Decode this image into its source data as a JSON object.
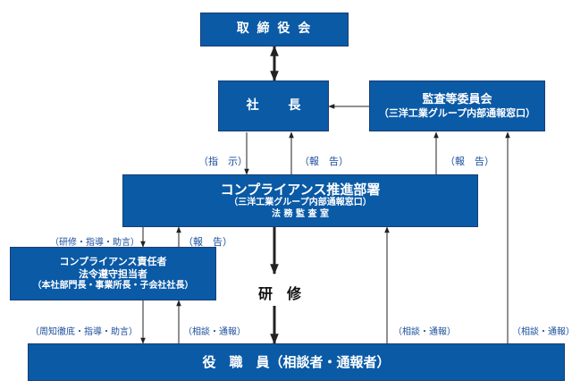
{
  "boxes": {
    "board": "取 締 役 会",
    "president": "社　　 長",
    "audit_line1": "監査等委員会",
    "audit_line2": "（三洋工業グループ内部通報窓口）",
    "compliance_line1": "コンプライアンス推進部署",
    "compliance_line2": "（三洋工業グループ内部通報窓口）",
    "compliance_line3": "法 務 監 査 室",
    "responsible_line1": "コンプライアンス責任者",
    "responsible_line2": "法令遵守担当者",
    "responsible_line3": "（本社部門長・事業所長・子会社社長）",
    "staff": "役　職　員（相談者・通報者）"
  },
  "labels": {
    "instruct": "（指　示）",
    "report_president": "（報　告）",
    "report_audit": "（報　告）",
    "training_guidance": "（研修・指導・助言）",
    "report_compliance": "（報　告）",
    "training": "研　修",
    "notify_guidance": "（周知徹底・指導・助言）",
    "consult_responsible": "（相談・通報）",
    "consult_compliance": "（相談・通報）",
    "consult_audit": "（相談・通報）"
  },
  "colors": {
    "box_fill": "#0a5aa6",
    "label_text": "#1a4d9c",
    "line": "#222222"
  }
}
